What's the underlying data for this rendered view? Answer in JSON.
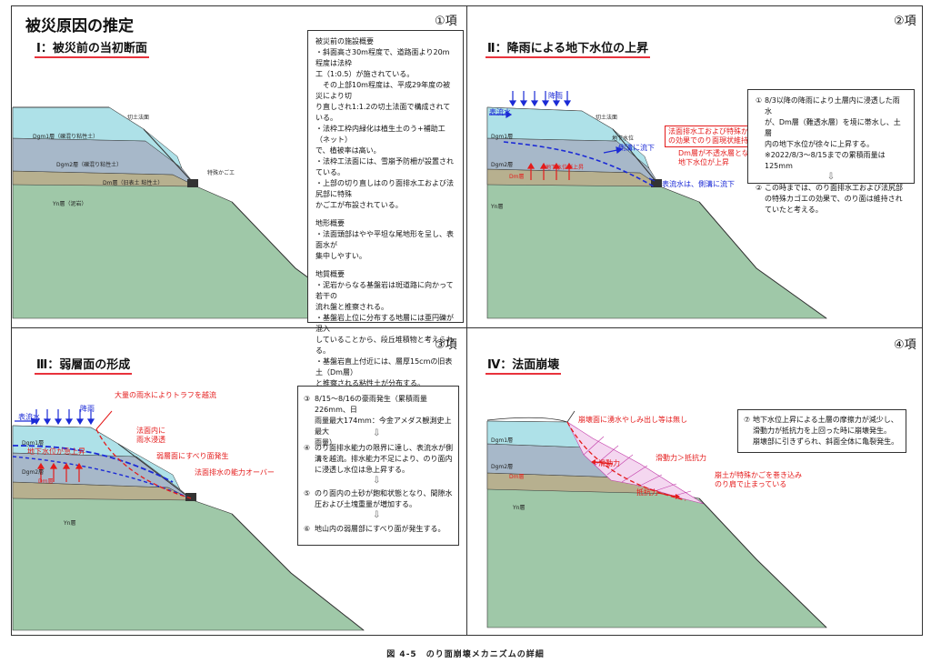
{
  "page_title": "被災原因の推定",
  "caption": "図 4-5　のり面崩壊メカニズムの詳細",
  "panels": {
    "p1": {
      "number": "①項",
      "title": "Ⅰ：被災前の当初断面",
      "labels": {
        "cut_surface": "切土法面",
        "dgm1": "Dgm1層（礫混り粘性土）",
        "dgm2": "Dgm2層（礫混り粘性土）",
        "dm": "Dm層（旧表土 粘性土）",
        "yn": "Yn層（泥岩）",
        "gabion": "特殊かごエ"
      },
      "info": {
        "s1_head": "被災前の施設概要",
        "s1_body": "・斜面高さ30m程度で、道路面より20m程度は法枠\n工（1:0.5）が施されている。\n　その上部10m程度は、平成29年度の被災により切\nり直しされ1:1.2の切土法面で構成されている。\n・法枠工枠内緑化は植生土のう+補助工（ネット）\nで、植被率は高い。\n・法枠工法面には、雪崩予防柵が設置されている。\n・上部の切り直しはのり面排水工および法尻部に特殊\nかご工が布設されている。",
        "s2_head": "地形概要",
        "s2_body": "・法面頭部はやや平坦な尾地形を呈し、表面水が\n集中しやすい。",
        "s3_head": "地質概要",
        "s3_body": "・泥岩からなる基盤岩は斑道路に向かって若干の\n流れ盤と推察される。\n・基盤岩上位に分布する地層には亜円礫が混入\nしていることから、段丘堆積物と考えられる。\n・基盤岩直上付近には、層厚15cmの旧表土（Dm層）\nと推察される粘性土が分布する。\n　この層は均質で硬質な粘性土であることから、不\n透水層と考えられる。\n・旧表土上位に層厚10m程度分布する粘性土（段丘\n堆積物：Dgm1層・Dgm2層）は礫～砂混りの不均質状\n態で、透水層と考えられる。\n・段丘堆積物はN値5～6程度を示す、やや固結した\n粘性土である。"
      }
    },
    "p2": {
      "number": "②項",
      "title": "Ⅱ：降雨による地下水位の上昇",
      "labels": {
        "rain": "降雨",
        "surface_water": "表流水",
        "cut_surface": "切土法面",
        "groundwater": "地下水位",
        "side_ditch": "側溝に流下",
        "drain_box": "法面排水工および特殊かご\nの効果でのり面現状維持",
        "dm_note": "Dm層が不透水層となり\n地下水位が上昇",
        "gw_rise": "地下水位が上昇",
        "surface_to_ditch": "表流水は、側溝に流下",
        "dgm1": "Dgm1層",
        "dgm2": "Dgm2層",
        "dm": "Dm層",
        "yn": "Yn層"
      },
      "info": {
        "c1_mark": "①",
        "c1": "8/3以降の降雨により土層内に浸透した雨水\nが、Dm層（難透水層）を境に帯水し、土層\n内の地下水位が徐々に上昇する。\n※2022/8/3～8/15までの累積雨量は125mm",
        "c2_mark": "②",
        "c2": "この時までは、のり面排水工および法尻部\nの特殊カゴエの効果で、のり面は維持され\nていたと考える。"
      }
    },
    "p3": {
      "number": "③項",
      "title": "Ⅲ：弱層面の形成",
      "labels": {
        "trough": "大量の雨水によりトラフを越流",
        "surface_water": "表流水",
        "rain": "降雨",
        "seepage": "法面内に\n雨水浸透",
        "gw_rise": "地下水位が急上昇",
        "slip": "弱層面にすべり面発生",
        "drain_over": "法面排水の能力オーバー",
        "dgm1": "Dgm1層",
        "dgm2": "Dgm2層",
        "dm": "Dm層",
        "yn": "Yn層"
      },
      "flow": [
        {
          "mark": "③",
          "text": "8/15～8/16の豪雨発生（累積雨量226mm、日\n雨量最大174mm：今金アメダス観測史上最大\n雨量）"
        },
        {
          "mark": "④",
          "text": "のり面排水能力の限界に達し、表流水が側\n溝を越流。排水能力不足により、のり面内\nに浸透し水位は急上昇する。"
        },
        {
          "mark": "⑤",
          "text": "のり面内の土砂が飽和状態となり、間隙水\n圧および土塊重量が増加する。"
        },
        {
          "mark": "⑥",
          "text": "地山内の弱層部にすべり面が発生する。"
        }
      ]
    },
    "p4": {
      "number": "④項",
      "title": "Ⅳ：法面崩壊",
      "labels": {
        "no_water": "崩壊面に湧水やしみ出し等は無し",
        "sliding": "滑動力＞抵抗力",
        "slide_force": "滑動力",
        "resist_force": "抵抗力",
        "stopped": "崩土が特殊かごを巻き込み\nのり肩で止まっている",
        "dgm1": "Dgm1層",
        "dgm2": "Dgm2層",
        "dm": "Dm層",
        "yn": "Yn層"
      },
      "info": {
        "c7_mark": "⑦",
        "c7": "地下水位上昇による土層の摩擦力が減少し、\n滑動力が抵抗力を上回った時に崩壊発生。\n崩壊部に引きずられ、斜面全体に亀裂発生。"
      }
    }
  },
  "colors": {
    "dgm1": "#aee1e8",
    "dgm2": "#a7b8c9",
    "dm": "#b7b08f",
    "yn": "#9fc8a8",
    "accent_red": "#e41b1b",
    "accent_blue": "#1b2ad6"
  }
}
